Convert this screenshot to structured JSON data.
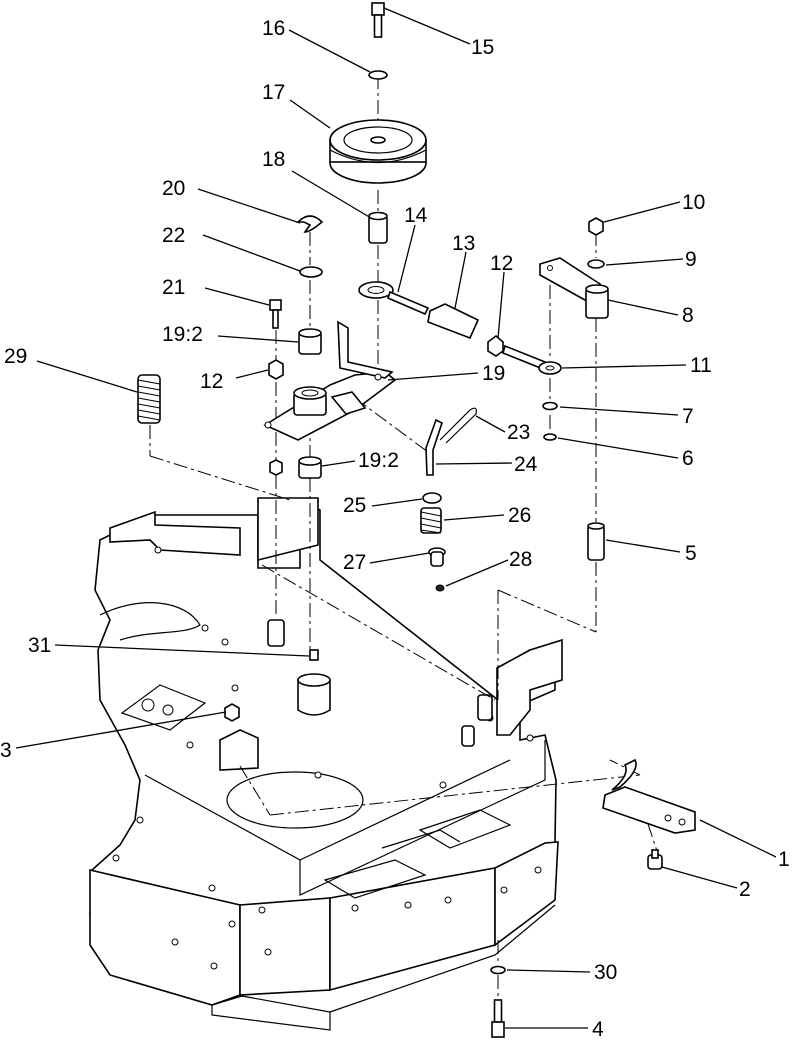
{
  "callouts": [
    {
      "id": "c1",
      "label": "1"
    },
    {
      "id": "c2",
      "label": "2"
    },
    {
      "id": "c3",
      "label": "3"
    },
    {
      "id": "c4",
      "label": "4"
    },
    {
      "id": "c5",
      "label": "5"
    },
    {
      "id": "c6",
      "label": "6"
    },
    {
      "id": "c7",
      "label": "7"
    },
    {
      "id": "c8",
      "label": "8"
    },
    {
      "id": "c9",
      "label": "9"
    },
    {
      "id": "c10",
      "label": "10"
    },
    {
      "id": "c11",
      "label": "11"
    },
    {
      "id": "c12a",
      "label": "12"
    },
    {
      "id": "c12b",
      "label": "12"
    },
    {
      "id": "c13",
      "label": "13"
    },
    {
      "id": "c14",
      "label": "14"
    },
    {
      "id": "c15",
      "label": "15"
    },
    {
      "id": "c16",
      "label": "16"
    },
    {
      "id": "c17",
      "label": "17"
    },
    {
      "id": "c18",
      "label": "18"
    },
    {
      "id": "c19",
      "label": "19"
    },
    {
      "id": "c19_2a",
      "label": "19:2"
    },
    {
      "id": "c19_2b",
      "label": "19:2"
    },
    {
      "id": "c20",
      "label": "20"
    },
    {
      "id": "c21",
      "label": "21"
    },
    {
      "id": "c22",
      "label": "22"
    },
    {
      "id": "c23",
      "label": "23"
    },
    {
      "id": "c24",
      "label": "24"
    },
    {
      "id": "c25",
      "label": "25"
    },
    {
      "id": "c26",
      "label": "26"
    },
    {
      "id": "c27",
      "label": "27"
    },
    {
      "id": "c28",
      "label": "28"
    },
    {
      "id": "c29",
      "label": "29"
    },
    {
      "id": "c30",
      "label": "30"
    },
    {
      "id": "c31",
      "label": "31"
    }
  ]
}
